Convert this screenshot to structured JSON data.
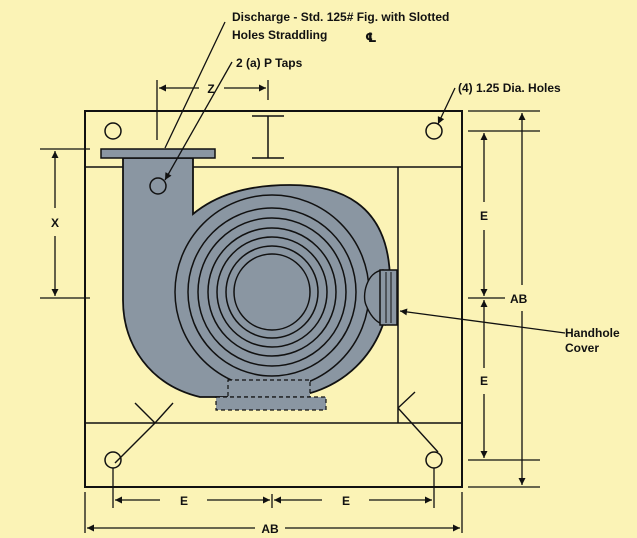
{
  "colors": {
    "background": "#fbf3b6",
    "fan_body": "#8a96a2",
    "line": "#111111"
  },
  "labels": {
    "discharge_line1": "Discharge - Std. 125# Fig. with Slotted",
    "discharge_line2": "Holes Straddling",
    "centerline_symbol": "℄",
    "p_taps": "2 (a) P Taps",
    "holes": "(4) 1.25 Dia. Holes",
    "dim_z": "Z",
    "dim_x": "X",
    "dim_e_upper": "E",
    "dim_e_lower": "E",
    "dim_ab_right": "AB",
    "dim_e_bottom_left": "E",
    "dim_e_bottom_right": "E",
    "dim_ab_bottom": "AB",
    "handhole_line1": "Handhole",
    "handhole_line2": "Cover"
  }
}
